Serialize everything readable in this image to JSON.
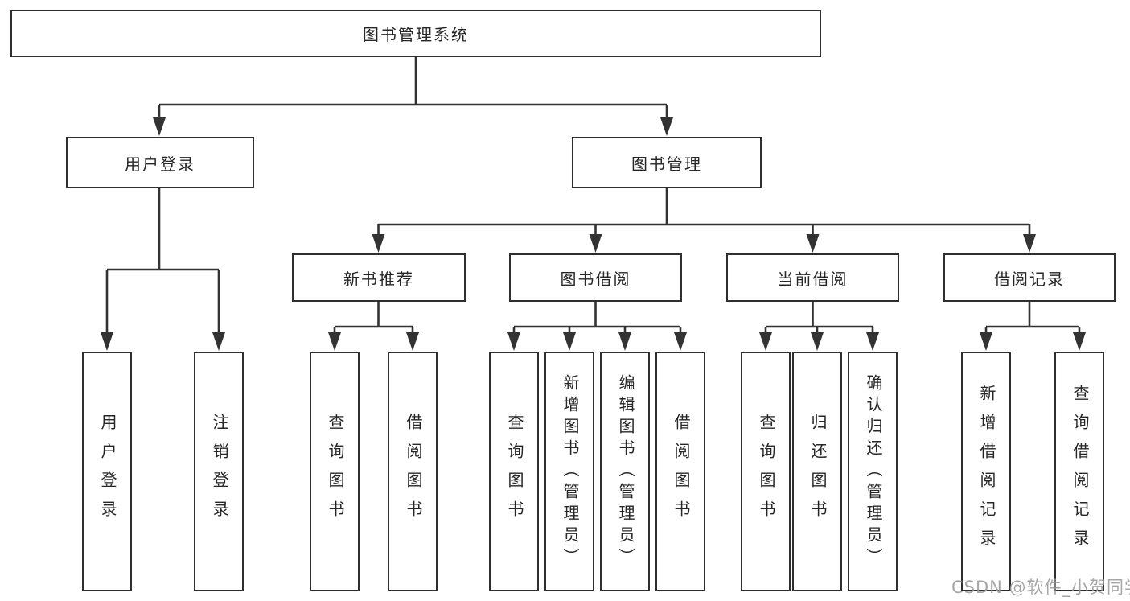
{
  "diagram": {
    "tree": {
      "label": "图书管理系统",
      "children": [
        {
          "label": "用户登录",
          "children": [
            {
              "label": "用户登录"
            },
            {
              "label": "注销登录"
            }
          ]
        },
        {
          "label": "图书管理",
          "children": [
            {
              "label": "新书推荐",
              "children": [
                {
                  "label": "查询图书"
                },
                {
                  "label": "借阅图书"
                }
              ]
            },
            {
              "label": "图书借阅",
              "children": [
                {
                  "label": "查询图书"
                },
                {
                  "label": "新增图书（管理员）"
                },
                {
                  "label": "编辑图书（管理员）"
                },
                {
                  "label": "借阅图书"
                }
              ]
            },
            {
              "label": "当前借阅",
              "children": [
                {
                  "label": "查询图书"
                },
                {
                  "label": "归还图书"
                },
                {
                  "label": "确认归还（管理员）"
                }
              ]
            },
            {
              "label": "借阅记录",
              "children": [
                {
                  "label": "新增借阅记录"
                },
                {
                  "label": "查询借阅记录"
                }
              ]
            }
          ]
        }
      ]
    },
    "colors": {
      "line": "#333333",
      "box_border": "#2f2f2f",
      "box_fill": "#ffffff",
      "text": "#262626",
      "watermark": "#9a9a9a",
      "background": "#ffffff"
    }
  },
  "watermark": {
    "text": "CSDN @软件_小贺同学"
  }
}
